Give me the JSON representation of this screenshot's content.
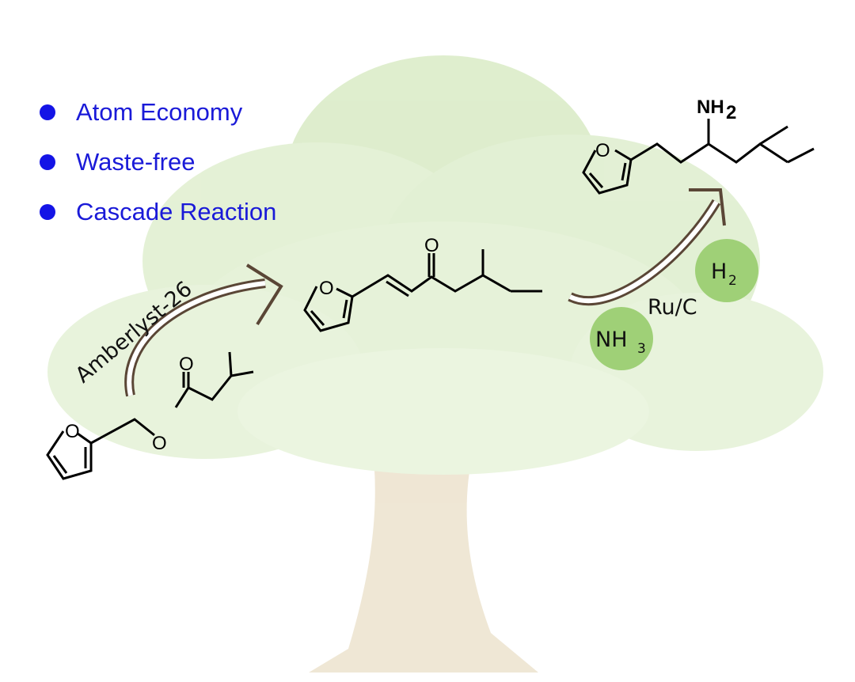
{
  "bullets": [
    {
      "label": "Atom Economy"
    },
    {
      "label": "Waste-free"
    },
    {
      "label": "Cascade Reaction"
    }
  ],
  "catalyst_step1": "Amberlyst-26",
  "reagents_step2": {
    "h2": "H",
    "h2_sub": "2",
    "nh3": "NH",
    "nh3_sub": "3",
    "catalyst": "Ru/C"
  },
  "atoms": {
    "oxygen": "O",
    "amine": "NH",
    "amine_sub": "2"
  },
  "colors": {
    "bullet": "#1414e6",
    "reagent_circle": "#9fd077",
    "canopy": "#cfe6b8",
    "trunk": "#e6d9bf"
  }
}
